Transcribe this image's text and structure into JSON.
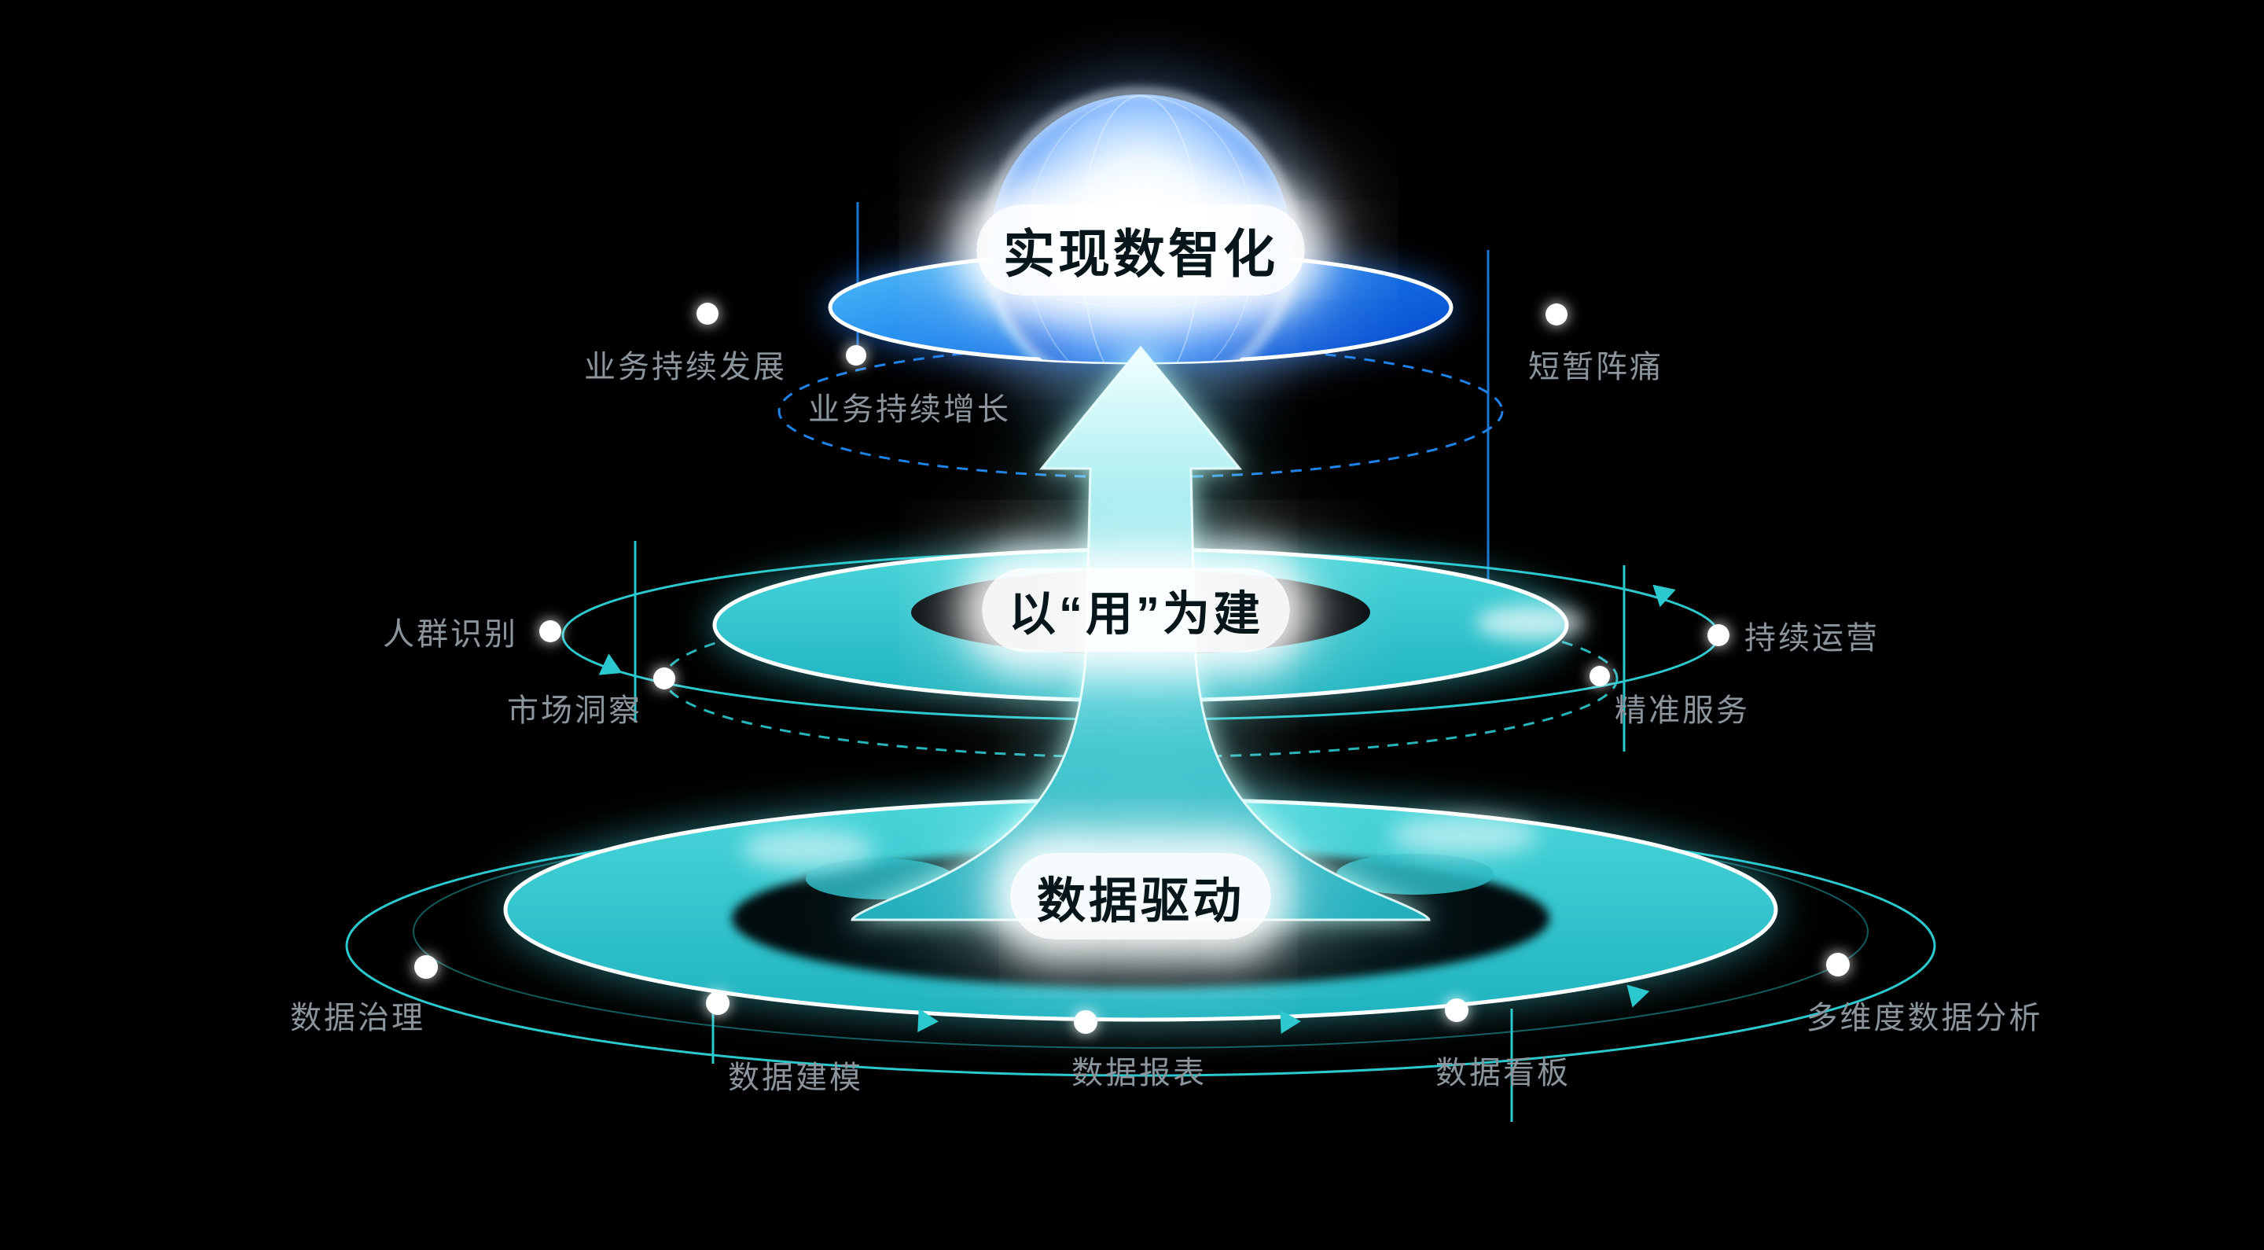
{
  "colors": {
    "background": "#000000",
    "teal": "#2BC8CE",
    "blue": "#1E82E8",
    "white_glow": "#FFFFFF",
    "side_label": "#8A959D",
    "title_text": "#07161A"
  },
  "tiers": {
    "top": {
      "title": "实现数智化",
      "labels": {
        "left": "业务持续发展",
        "left_lower": "业务持续增长",
        "right": "短暂阵痛"
      }
    },
    "middle": {
      "title": "以“用”为建",
      "labels": {
        "left": "人群识别",
        "left_lower": "市场洞察",
        "right": "持续运营",
        "right_lower": "精准服务"
      }
    },
    "bottom": {
      "title": "数据驱动",
      "labels": {
        "left": "数据治理",
        "bottom_1": "数据建模",
        "bottom_2": "数据报表",
        "bottom_3": "数据看板",
        "right": "多维度数据分析"
      }
    }
  }
}
